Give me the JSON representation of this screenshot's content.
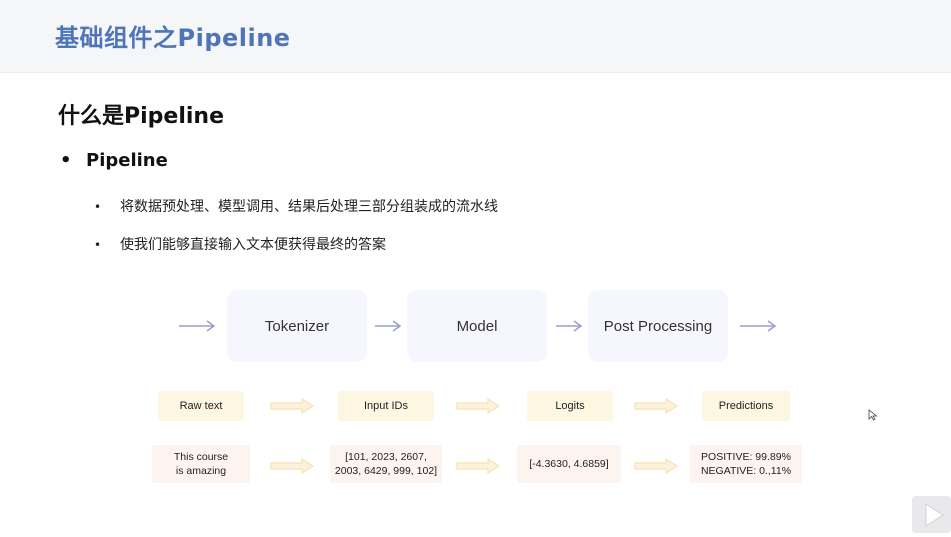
{
  "header": {
    "title": "基础组件之Pipeline"
  },
  "slide": {
    "title": "什么是Pipeline",
    "bullet": "Pipeline",
    "sub_bullets": [
      "将数据预处理、模型调用、结果后处理三部分组装成的流水线",
      "使我们能够直接输入文本便获得最终的答案"
    ],
    "bullet_glyph": "•"
  },
  "pipeline": {
    "stages": [
      "Tokenizer",
      "Model",
      "Post Processing"
    ],
    "labels": [
      "Raw text",
      "Input IDs",
      "Logits",
      "Predictions"
    ],
    "values": {
      "raw_text": [
        "This course",
        "is amazing"
      ],
      "input_ids": [
        "[101, 2023, 2607,",
        "2003, 6429, 999, 102]"
      ],
      "logits": [
        "[-4.3630, 4.6859]"
      ],
      "predictions": [
        "POSITIVE: 99.89%",
        "NEGATIVE: 0.,11%"
      ]
    }
  },
  "colors": {
    "header_title": "#4f74b8",
    "stage_bg": "#f6f6fe",
    "arrow": "#9c9ec8",
    "tag_bg": "#fdf7e2",
    "value_bg": "#fdf3ef",
    "fat_arrow": "#f6dca6"
  },
  "icons": {
    "cursor": "mouse-cursor-icon",
    "play": "play-icon"
  }
}
